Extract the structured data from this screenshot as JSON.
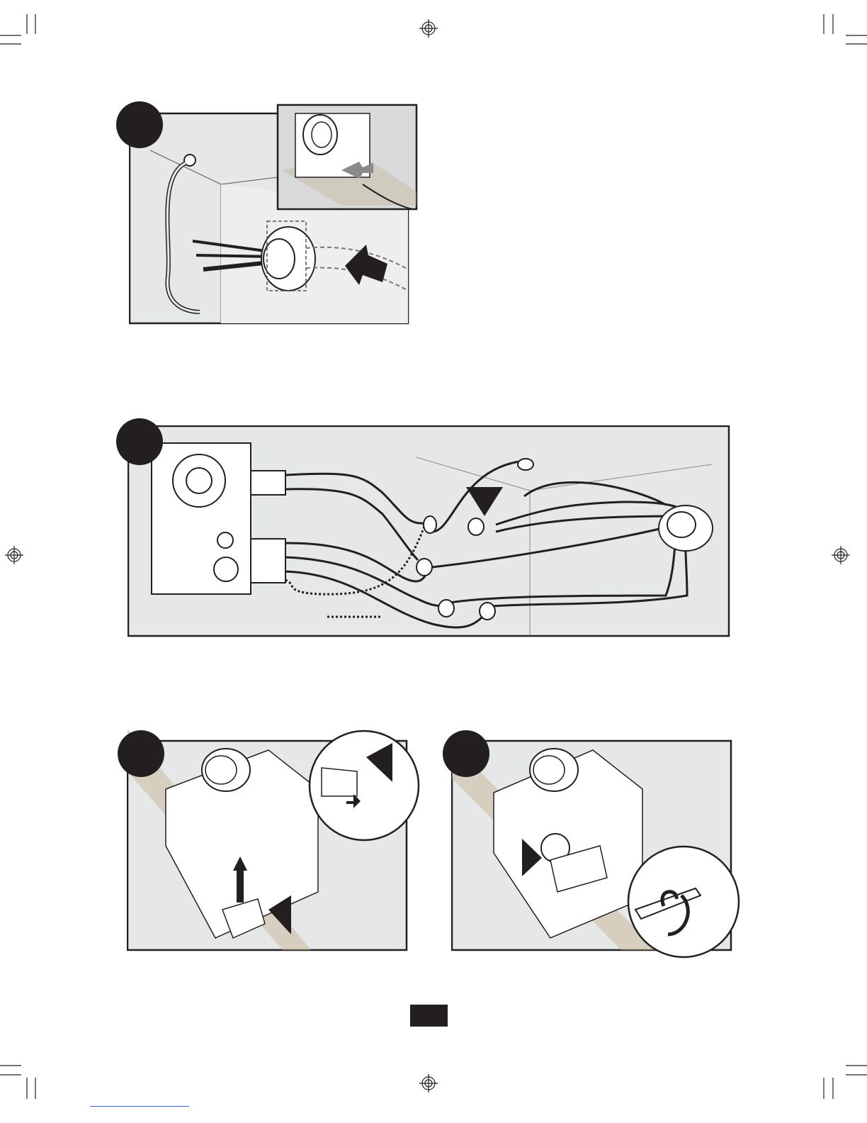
{
  "page": {
    "title": "",
    "page_number": ""
  },
  "steps": [
    {
      "id": "step-1",
      "label": ""
    },
    {
      "id": "step-2",
      "label": ""
    },
    {
      "id": "step-3",
      "label": ""
    },
    {
      "id": "step-4",
      "label": ""
    }
  ],
  "colors": {
    "ink": "#231f20",
    "panel_fill": "#e6e7e8",
    "inset_fill": "#d9dadb",
    "box_fill": "#ffffff"
  }
}
